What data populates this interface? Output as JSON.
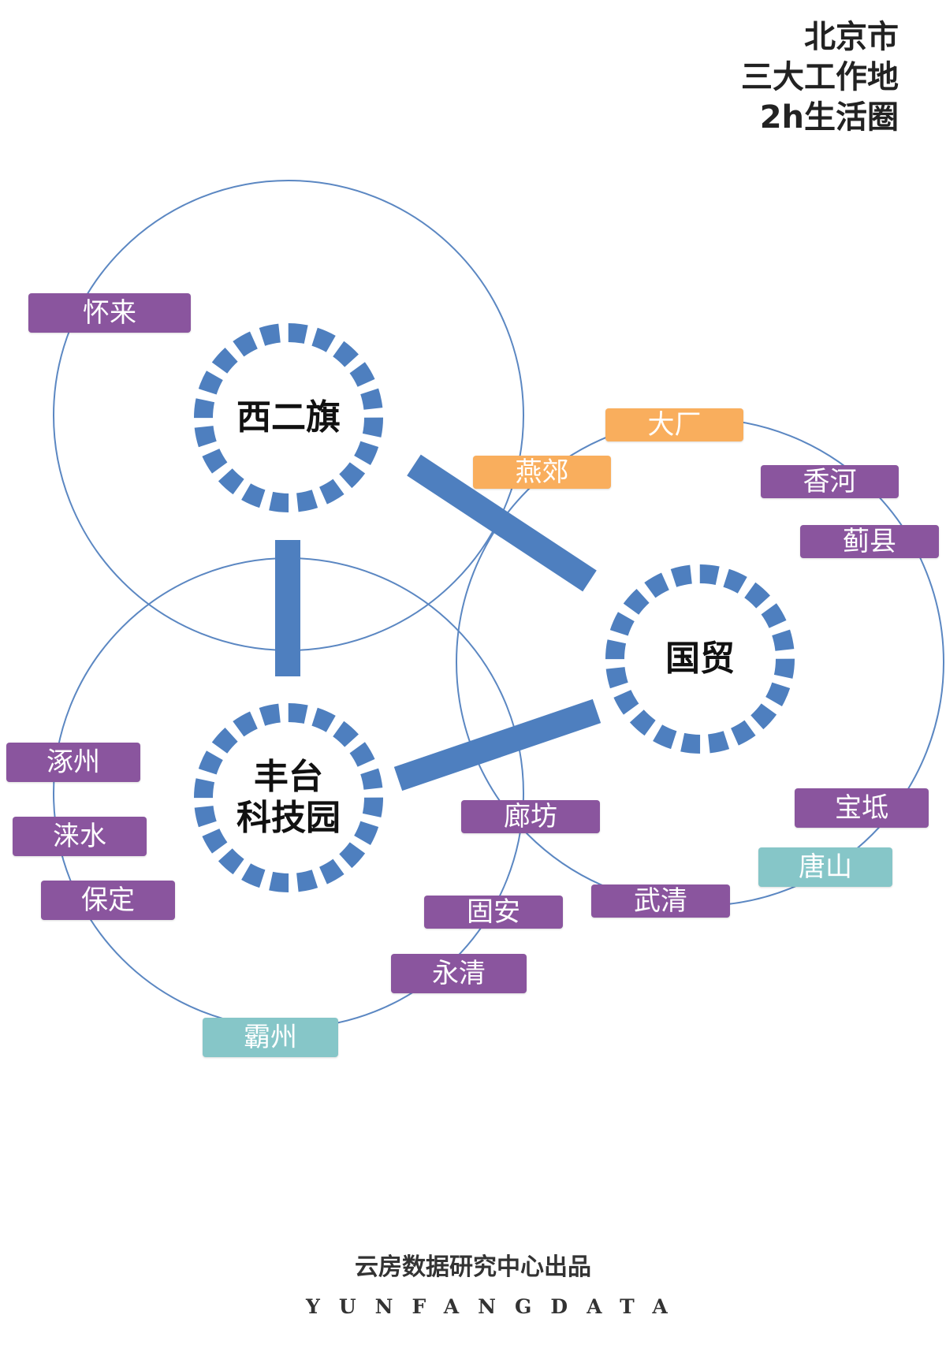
{
  "title": {
    "line1": "北京市",
    "line2": "三大工作地",
    "line3": "2h生活圈"
  },
  "hubs": {
    "xierqi": "西二旗",
    "fengtai_line1": "丰台",
    "fengtai_line2": "科技园",
    "guomao": "国贸"
  },
  "tags": [
    {
      "label": "怀来",
      "color": "#8a559e"
    },
    {
      "label": "大厂",
      "color": "#f9ae5d"
    },
    {
      "label": "燕郊",
      "color": "#f9ae5d"
    },
    {
      "label": "香河",
      "color": "#8a559e"
    },
    {
      "label": "蓟县",
      "color": "#8a559e"
    },
    {
      "label": "涿州",
      "color": "#8a559e"
    },
    {
      "label": "涞水",
      "color": "#8a559e"
    },
    {
      "label": "保定",
      "color": "#8a559e"
    },
    {
      "label": "廊坊",
      "color": "#8a559e"
    },
    {
      "label": "宝坻",
      "color": "#8a559e"
    },
    {
      "label": "唐山",
      "color": "#86c6c8"
    },
    {
      "label": "武清",
      "color": "#8a559e"
    },
    {
      "label": "固安",
      "color": "#8a559e"
    },
    {
      "label": "永清",
      "color": "#8a559e"
    },
    {
      "label": "霸州",
      "color": "#86c6c8"
    }
  ],
  "colors": {
    "connector": "#4e7fbf",
    "circle_line": "#5b87c2"
  },
  "footer": {
    "credit": "云房数据研究中心出品",
    "brand": "YUNFANGDATA"
  }
}
